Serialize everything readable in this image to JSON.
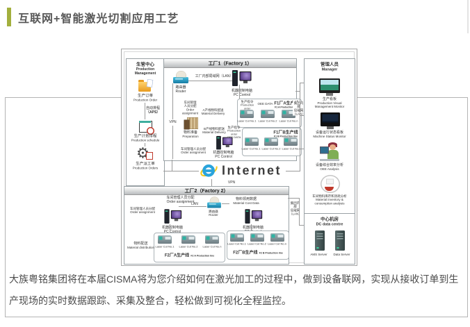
{
  "title": "互联网+智能激光切割应用工艺",
  "description": "大族粤铭集团将在本届CISMA将为您介绍如何在激光加工的过程中，做到设备联网，实现从接收订单到生产现场的实时数据跟踪、采集及整合，轻松做到可视化全程监控。",
  "diagram": {
    "pm": {
      "title_cn": "生管中心",
      "title_en": "Production Management",
      "order_cn": "生产订单",
      "order_en": "Production Order",
      "aps_cn": "自动排程",
      "aps_en": "（APS）",
      "schedule_cn": "生产计划排程",
      "schedule_en": "Production schedule",
      "dispatch_cn": "生产派工单",
      "dispatch_en": "Production Orders"
    },
    "f1": {
      "title": "工厂1（Factory 1）",
      "router_cn": "路由器",
      "router_en": "Router",
      "lan": "工厂内部局域网（LAN）",
      "pc_cn": "机器控制电脑",
      "pc_en": "PC Control",
      "order_cn": "生产指令",
      "order_en": "Production order",
      "oee": "OEE DATA",
      "assign4_1": "车间管理",
      "assign4_2": "人员分配",
      "assign4_3": "Order",
      "assign4_4": "assignment",
      "deliver_a_cn": "A产线物料配送",
      "deliver_b_cn": "B产线物料配送",
      "deliver_en": "Material Delivery",
      "prep_cn": "物料准备",
      "prep_en": "Preparation",
      "vpn": "VPN",
      "assign_cn": "车间管理人员分配",
      "assign_en": "Order assignment",
      "a_cn": "F1厂A生产线",
      "a_en": "F1 A Production line",
      "b_cn": "F1厂B生产线",
      "b_en": "F1 B Production line"
    },
    "machines": [
      "Laser Cut No.1",
      "Laser Cut No.2",
      "Laser Cut No.n"
    ],
    "internet": {
      "label": "Internet",
      "vpn": "VPN"
    },
    "f2": {
      "title": "工厂2（Factory 2）",
      "assign_cn": "车间管理人员分配",
      "assign_en": "Order assignment",
      "lan": "LAN",
      "router_cn": "路由器",
      "router_en": "Router",
      "cost_cn": "物料领用数据",
      "cost_en": "Material Cost Data",
      "pc_cn": "机器控制电脑",
      "pc_en": "PC Control",
      "dist_cn": "物料配送",
      "dist_en": "Material distribution",
      "a_cn": "F2厂A生产线",
      "a_en": "F2 A Production line",
      "b_cn": "F2厂B生产线",
      "b_en": "F2 B Production line"
    },
    "grouplan": {
      "l1": "集团内部",
      "l2": "局域网",
      "l3": "（LAN）"
    },
    "mgr": {
      "title_cn": "管理人员",
      "title_en": "Manager",
      "kanban_cn": "生产看板",
      "kanban_en1": "Production Visual",
      "kanban_en2": "Management Monitor",
      "status_cn": "设备运行状态看板",
      "status_en": "Machine Status Monitor",
      "oee_cn": "设备综合效率分析",
      "oee_en": "OEE Analysis",
      "inv_cn": "车间物料库存和消耗分析",
      "inv_en1": "Material inventory &",
      "inv_en2": "consumption analysis"
    },
    "dc": {
      "title_cn": "中心机房",
      "title_en": "DC data centre",
      "server1": "AMS Server",
      "server2": "Data Server"
    }
  }
}
